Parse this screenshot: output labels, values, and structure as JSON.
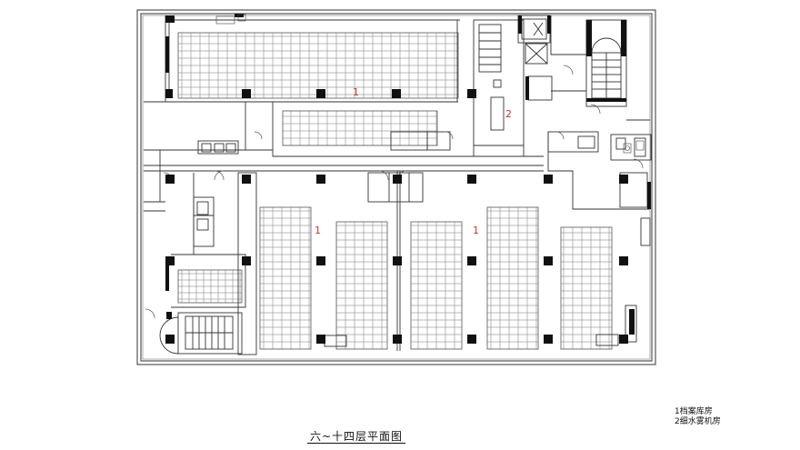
{
  "plan": {
    "title": "六~十四层平面图",
    "room_labels": [
      {
        "text": "1"
      },
      {
        "text": "2"
      },
      {
        "text": "1"
      },
      {
        "text": "1"
      }
    ],
    "legend": [
      {
        "text": "1档案库房"
      },
      {
        "text": "2细水雾机房"
      }
    ]
  }
}
